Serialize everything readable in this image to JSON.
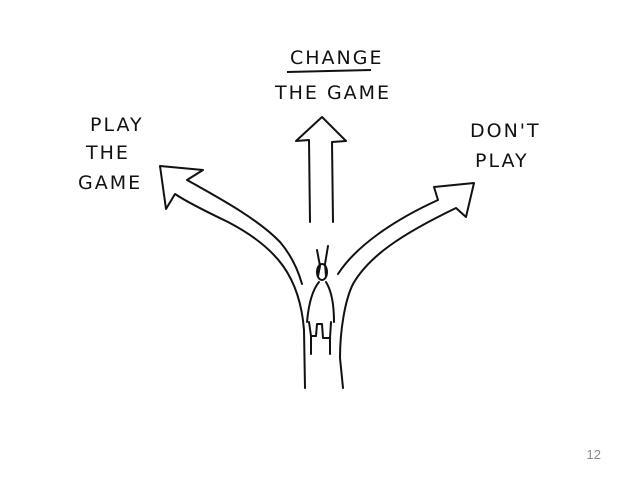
{
  "labels": {
    "change_line1": "CHANGE",
    "change_line2": "THE GAME",
    "left_line1": "PLAY",
    "left_line2": "THE",
    "left_line3": "GAME",
    "right_line1": "DON'T",
    "right_line2": "PLAY"
  },
  "page_number": "12",
  "colors": {
    "ink": "#111111",
    "background": "#ffffff",
    "page_number": "#8a8a8a"
  }
}
